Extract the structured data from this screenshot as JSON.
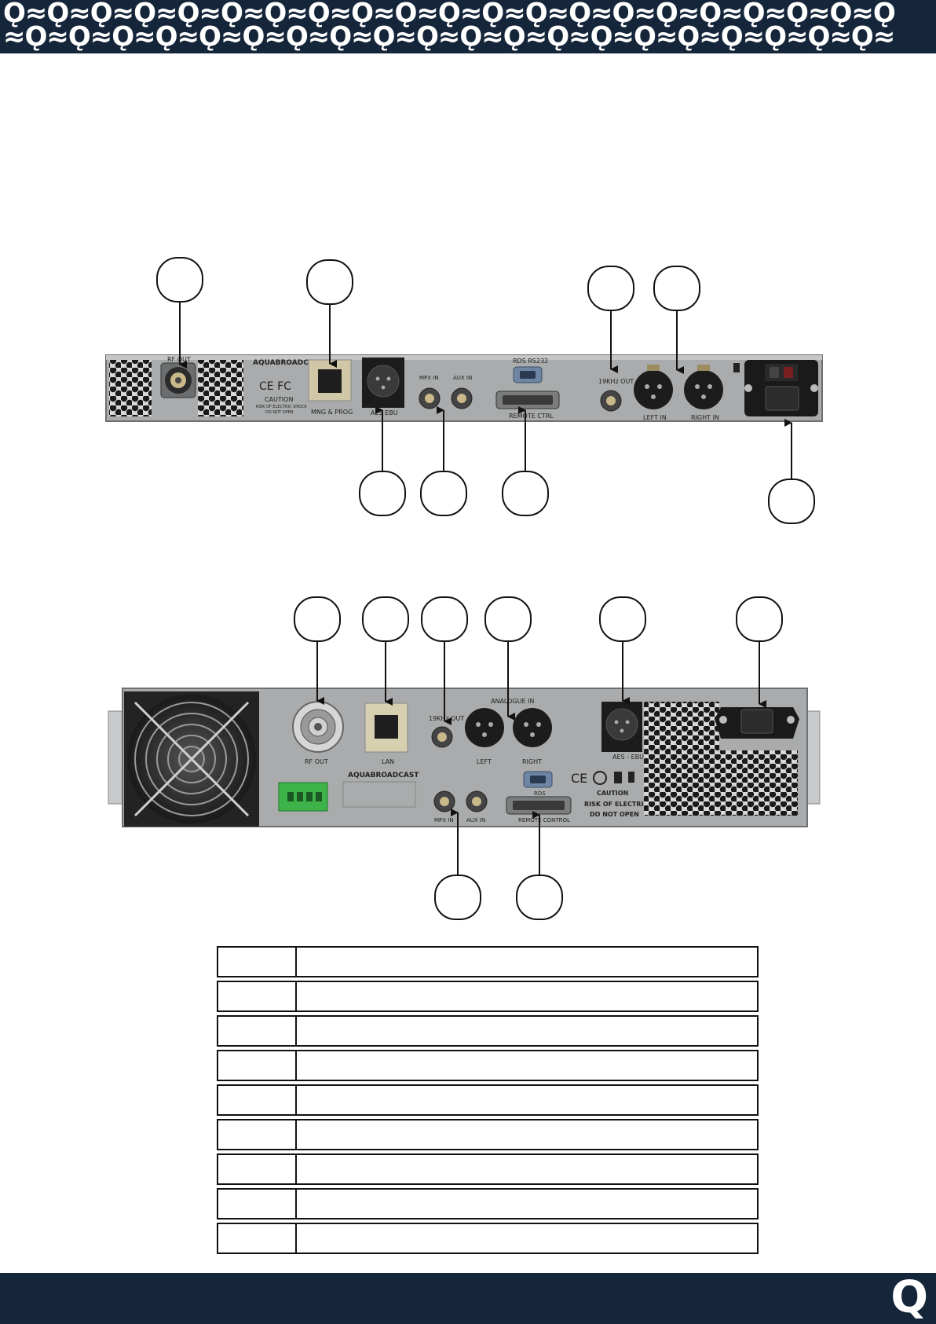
{
  "header": {
    "pattern_row1": "Ǫ≈Ǫ≈Ǫ≈Ǫ≈Ǫ≈Ǫ≈Ǫ≈Ǫ≈Ǫ≈Ǫ≈Ǫ≈Ǫ≈Ǫ≈Ǫ≈Ǫ≈Ǫ≈Ǫ≈Ǫ≈Ǫ≈Ǫ≈Ǫ",
    "pattern_row2": "≈Ǫ≈Ǫ≈Ǫ≈Ǫ≈Ǫ≈Ǫ≈Ǫ≈Ǫ≈Ǫ≈Ǫ≈Ǫ≈Ǫ≈Ǫ≈Ǫ≈Ǫ≈Ǫ≈Ǫ≈Ǫ≈Ǫ≈Ǫ≈"
  },
  "panel_1u": {
    "brand": "AQUABROADCAST",
    "cert": "CE FC",
    "caution": "CAUTION",
    "caution_sub1": "RISK OF ELECTRIC SHOCK",
    "caution_sub2": "DO NOT OPEN",
    "rf_out": "RF OUT",
    "lan": "MNG & PROG",
    "aes": "AES EBU",
    "mpx_in": "MPX IN",
    "aux_in": "AUX IN",
    "rds": "RDS RS232",
    "remote": "REMOTE CTRL",
    "pilot": "19KHz OUT",
    "left_in": "LEFT IN",
    "right_in": "RIGHT IN"
  },
  "panel_2u": {
    "rf_out": "RF OUT",
    "lan": "LAN",
    "pilot": "19KHz OUT",
    "analogue": "ANALOGUE IN",
    "left": "LEFT",
    "right": "RIGHT",
    "aes": "AES - EBU",
    "brand": "AQUABROADCAST",
    "mpx_in": "MPX IN",
    "aux_in": "AUX IN",
    "rds": "RDS",
    "remote": "REMOTE CONTROL",
    "cert": "CE",
    "caution": "CAUTION",
    "caution_sub1": "RISK OF ELECTRIC",
    "caution_sub2": "DO NOT OPEN"
  },
  "footer": {
    "logo": "Q"
  },
  "colors": {
    "band": "#16263a",
    "panel": "#a9abac",
    "table_border": "#111111"
  }
}
